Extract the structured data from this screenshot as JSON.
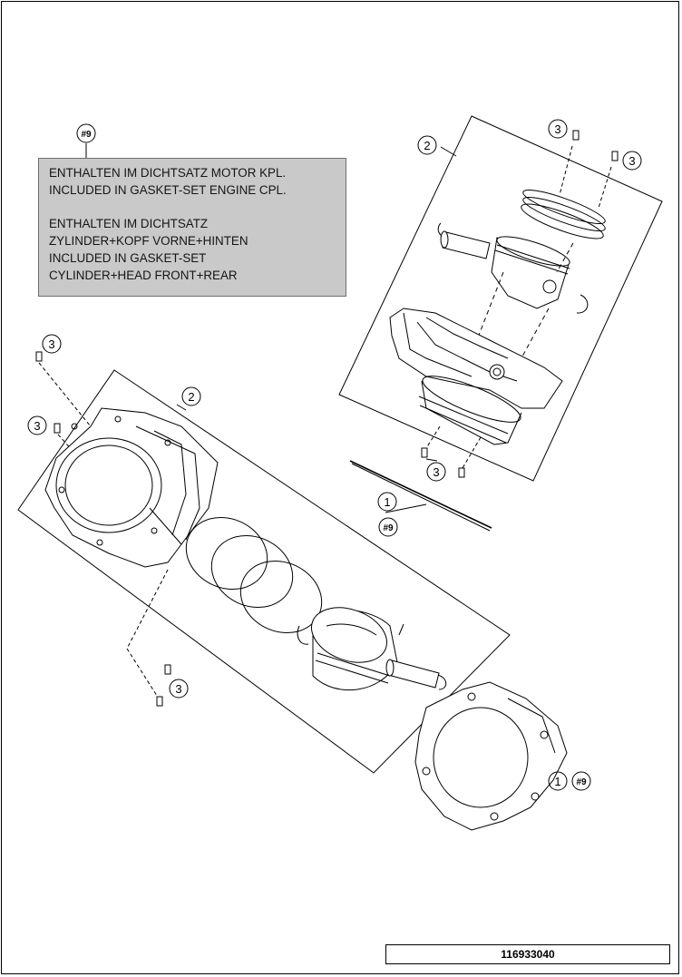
{
  "note": {
    "ref": "#9",
    "lines_en_de_1": [
      "ENTHALTEN IM DICHTSATZ MOTOR KPL.",
      "INCLUDED IN GASKET-SET ENGINE CPL."
    ],
    "lines_2": [
      "ENTHALTEN IM DICHTSATZ",
      "ZYLINDER+KOPF VORNE+HINTEN",
      "INCLUDED IN GASKET-SET",
      "CYLINDER+HEAD FRONT+REAR"
    ]
  },
  "callouts": {
    "one": "1",
    "two": "2",
    "three": "3",
    "hash9": "#9"
  },
  "doc_id": "116933040"
}
